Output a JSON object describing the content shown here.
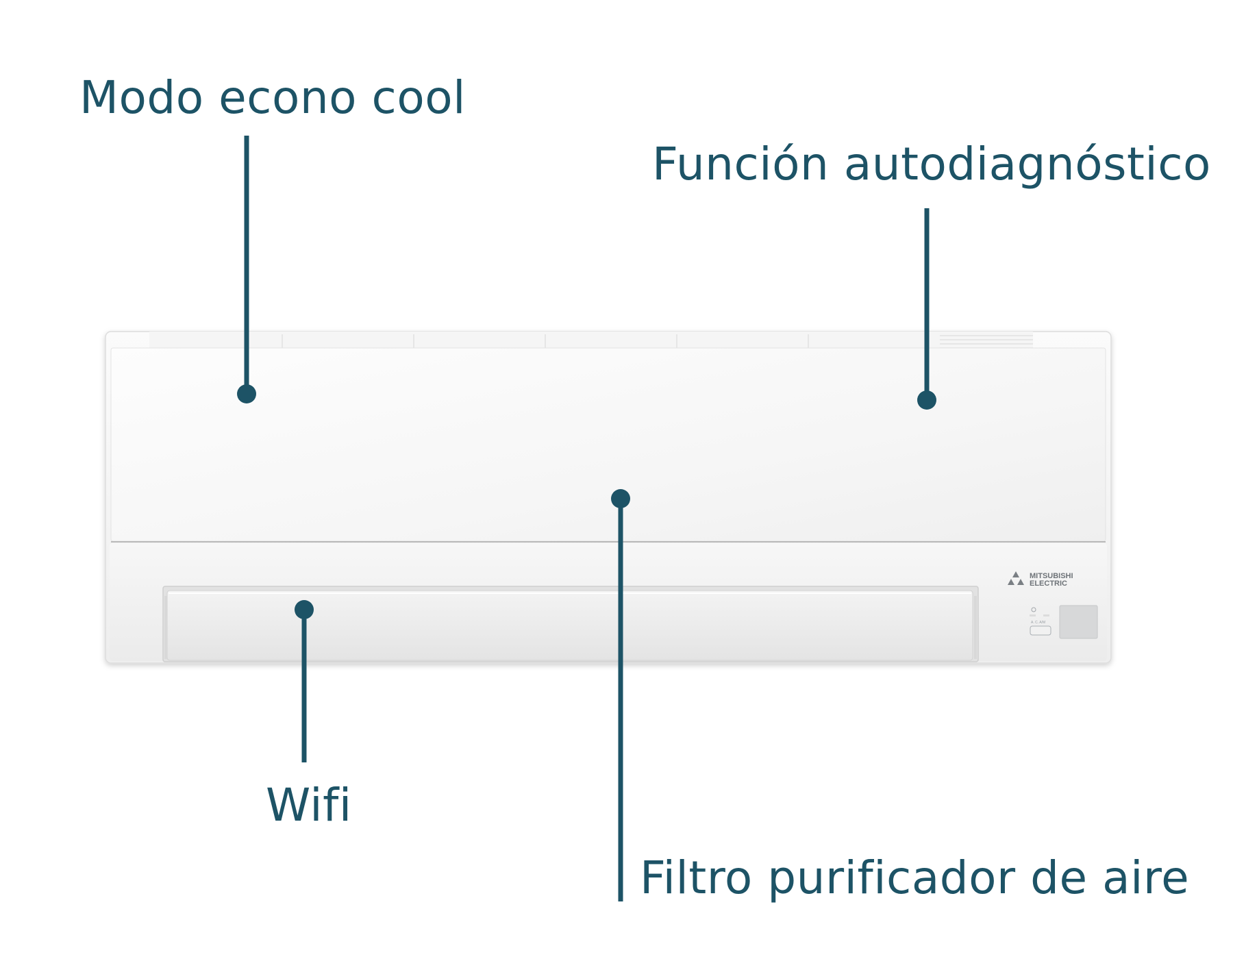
{
  "accent_color": "#1d5366",
  "unit_brand": {
    "line1": "MITSUBISHI",
    "line2": "ELECTRIC",
    "button_label": "A. C. A/M",
    "power_icon": "power-icon"
  },
  "callouts": [
    {
      "id": "econo-cool",
      "label": "Modo econo cool"
    },
    {
      "id": "autodiagnostico",
      "label": "Función autodiagnóstico"
    },
    {
      "id": "wifi",
      "label": "Wifi"
    },
    {
      "id": "filtro",
      "label": "Filtro purificador de aire"
    }
  ]
}
